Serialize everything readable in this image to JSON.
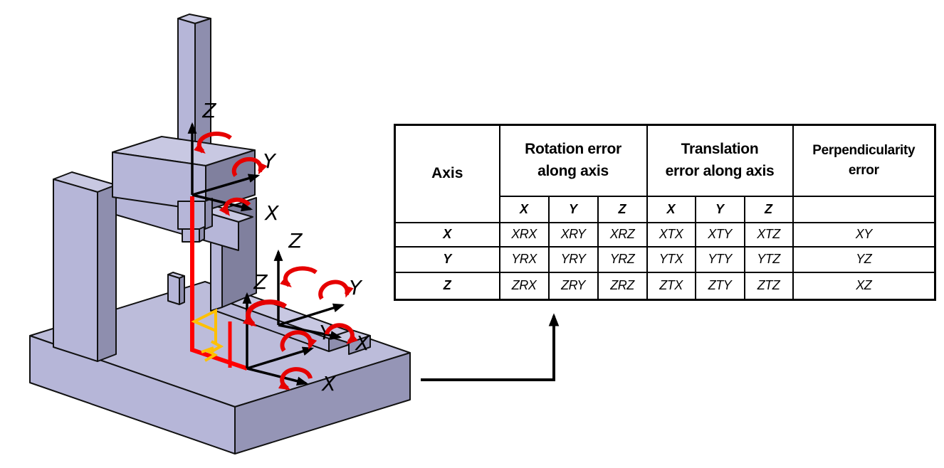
{
  "diagram": {
    "frames": {
      "spindle": {
        "x": "X",
        "y": "Y",
        "z": "Z"
      },
      "carriage": {
        "x": "X",
        "y": "Y",
        "z": "Z"
      },
      "base": {
        "x": "X",
        "y": "Y",
        "z": "Z"
      }
    },
    "colors": {
      "machine_top": "#c8c8e2",
      "machine_front": "#b6b6d8",
      "machine_side": "#8e8eae",
      "machine_dark": "#80809e",
      "base_top": "#bcbcda",
      "base_front_right": "#9595b6",
      "outline": "#111111",
      "axis": "#000000",
      "rotation_arrow": "#e60000",
      "kinematic_path": "#ff0000",
      "probe_symbol": "#ffc000"
    }
  },
  "table": {
    "axis_header": "Axis",
    "rotation_header_lines": [
      "Rotation error",
      "along axis"
    ],
    "translation_header_lines": [
      "Translation",
      "error along axis"
    ],
    "perpendicularity_header_lines": [
      "Perpendicularity",
      "error"
    ],
    "subheaders": [
      "X",
      "Y",
      "Z",
      "X",
      "Y",
      "Z"
    ],
    "rows": [
      {
        "axis": "X",
        "cells": [
          "XRX",
          "XRY",
          "XRZ",
          "XTX",
          "XTY",
          "XTZ"
        ],
        "perpendicularity": "XY"
      },
      {
        "axis": "Y",
        "cells": [
          "YRX",
          "YRY",
          "YRZ",
          "YTX",
          "YTY",
          "YTZ"
        ],
        "perpendicularity": "YZ"
      },
      {
        "axis": "Z",
        "cells": [
          "ZRX",
          "ZRY",
          "ZRZ",
          "ZTX",
          "ZTY",
          "ZTZ"
        ],
        "perpendicularity": "XZ"
      }
    ]
  }
}
